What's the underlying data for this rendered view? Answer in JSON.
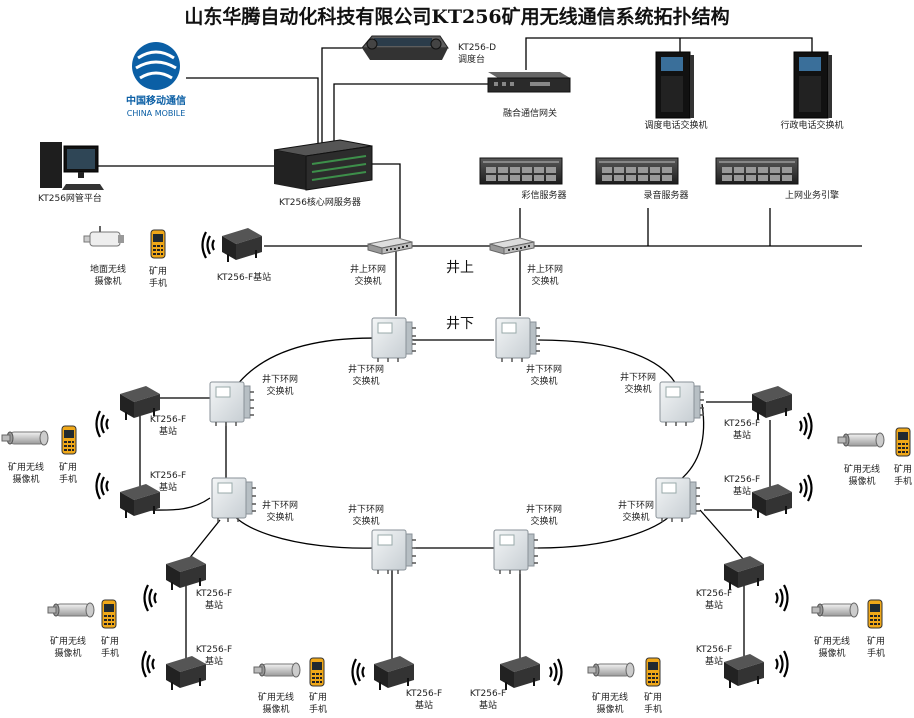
{
  "title": "山东华腾自动化科技有限公司KT256矿用无线通信系统拓扑结构",
  "logo": {
    "cn": "中国移动通信",
    "en": "CHINA MOBILE"
  },
  "top": {
    "dispatcher": [
      "KT256-D",
      "调度台"
    ],
    "gateway": "融合通信网关",
    "dispatch_switch": "调度电话交换机",
    "admin_switch": "行政电话交换机",
    "nms": "KT256网管平台",
    "core": "KT256核心网服务器",
    "mms_server": "彩信服务器",
    "rec_server": "录音服务器",
    "web_engine": "上网业务引擎"
  },
  "surface": {
    "camera": [
      "地面无线",
      "摄像机"
    ],
    "phone": [
      "矿用",
      "手机"
    ],
    "base": "KT256-F基站",
    "switch": [
      "井上环网",
      "交换机"
    ]
  },
  "zones": {
    "above": "井上",
    "below": "井下"
  },
  "ring_switch": [
    "井下环网",
    "交换机"
  ],
  "base_station": [
    "KT256-F",
    "基站"
  ],
  "base_station_inline": "KT256-F",
  "base_station_inline2": "基站",
  "cam": [
    "矿用无线",
    "摄像机"
  ],
  "phone": [
    "矿用",
    "手机"
  ],
  "colors": {
    "line": "#000000",
    "server": "#2b2b2b",
    "box": "#dfe6ea",
    "brand": "#0b5fa5"
  }
}
